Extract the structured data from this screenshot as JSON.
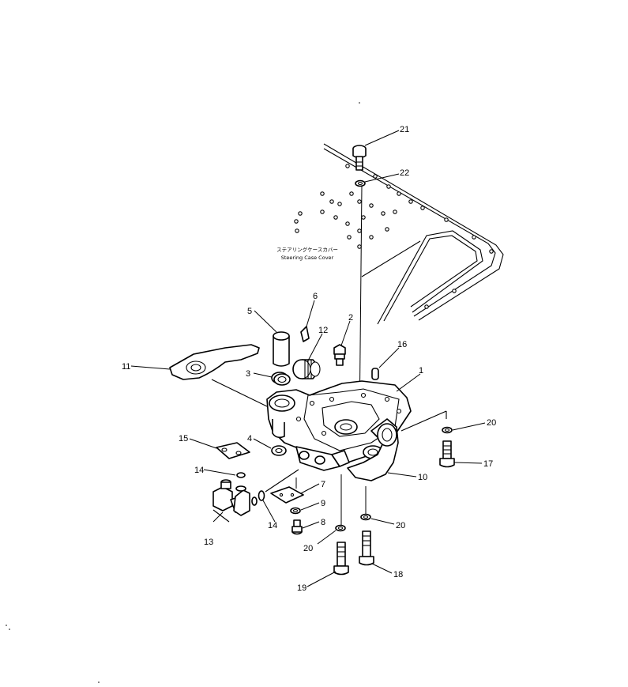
{
  "caption": {
    "jp": "ステアリングケースカバー",
    "en": "Steering Case Cover"
  },
  "callouts": {
    "c1": "1",
    "c2": "2",
    "c3": "3",
    "c4": "4",
    "c5": "5",
    "c6": "6",
    "c7": "7",
    "c8": "8",
    "c9": "9",
    "c10": "10",
    "c11": "11",
    "c12": "12",
    "c13": "13",
    "c14a": "14",
    "c14b": "14",
    "c15": "15",
    "c16": "16",
    "c17": "17",
    "c18": "18",
    "c19": "19",
    "c20a": "20",
    "c20b": "20",
    "c20c": "20",
    "c21": "21",
    "c22": "22"
  }
}
